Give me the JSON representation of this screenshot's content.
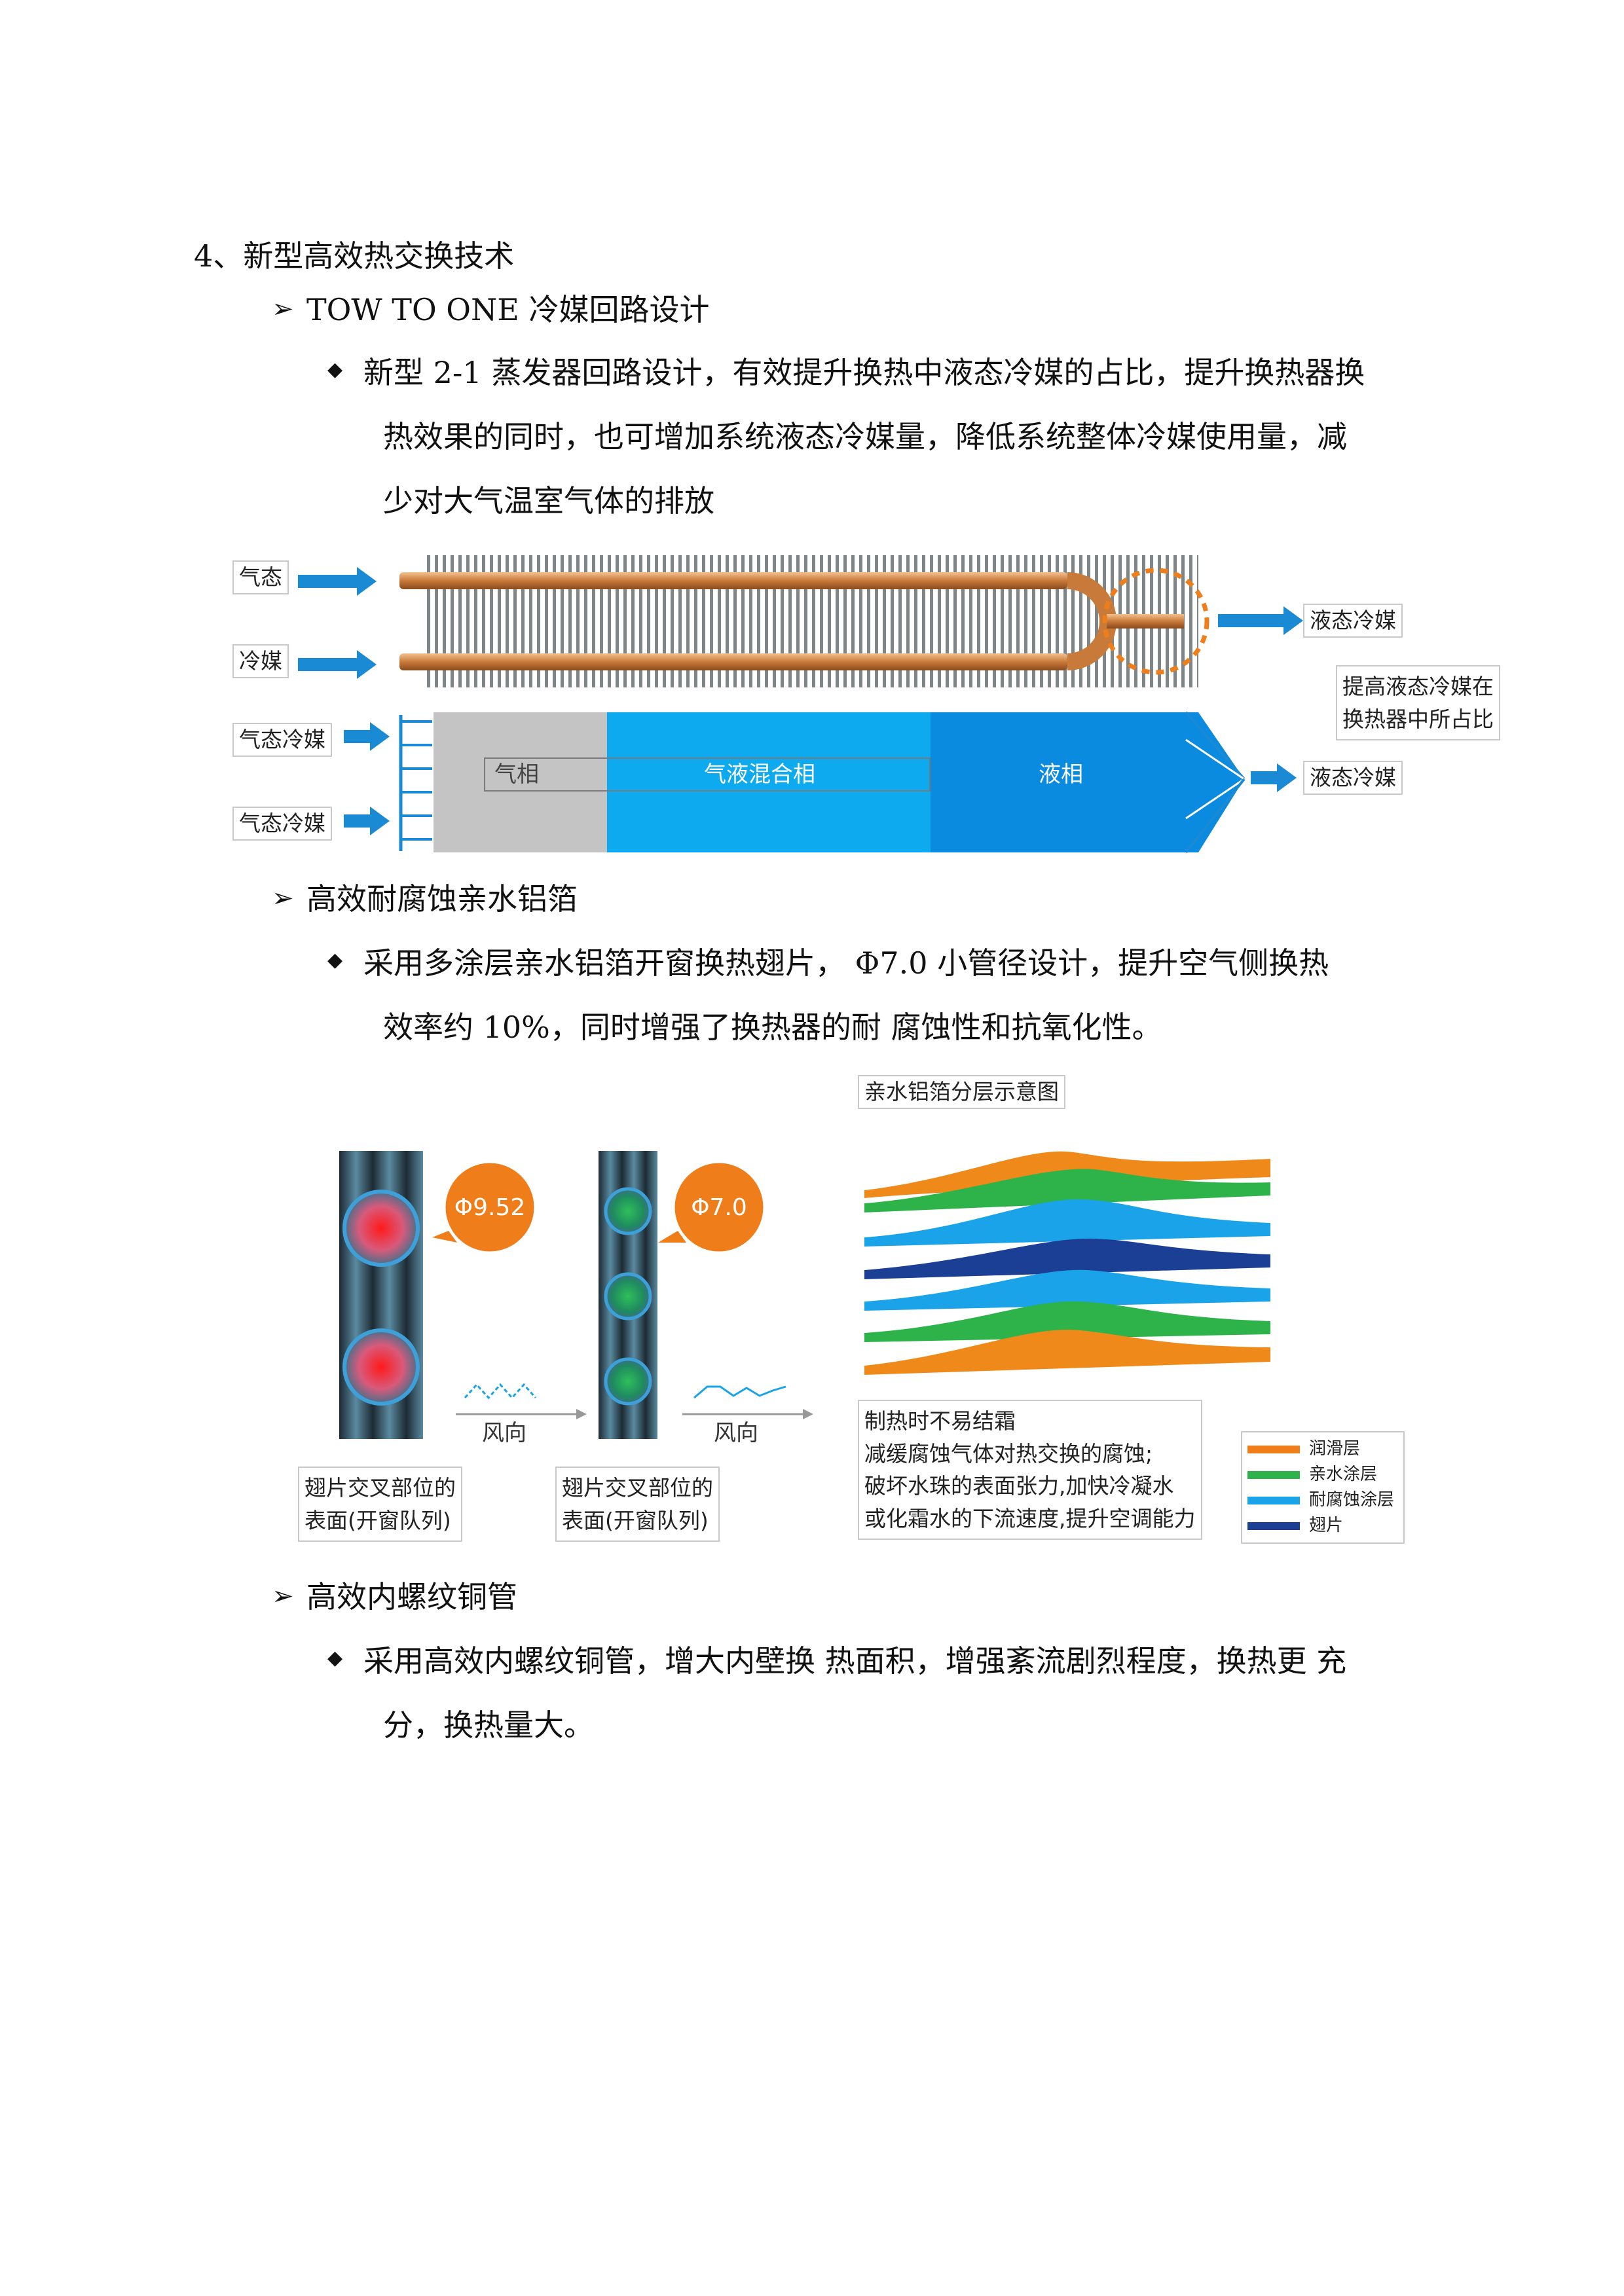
{
  "section": {
    "title": "4、新型高效热交换技术"
  },
  "subsections": [
    {
      "label": "TOW TO ONE 冷媒回路设计",
      "bullet": {
        "lines": [
          "新型 2-1 蒸发器回路设计，有效提升换热中液态冷媒的占比，提升换热器换",
          "热效果的同时，也可增加系统液态冷媒量，降低系统整体冷媒使用量，减",
          "少对大气温室气体的排放"
        ]
      }
    },
    {
      "label": "高效耐腐蚀亲水铝箔",
      "bullet": {
        "lines": [
          "采用多涂层亲水铝箔开窗换热翅片， Φ7.0 小管径设计，提升空气侧换热",
          "效率约 10%，同时增强了换热器的耐 腐蚀性和抗氧化性。"
        ]
      }
    },
    {
      "label": "高效内螺纹铜管",
      "bullet": {
        "lines": [
          "采用高效内螺纹铜管，增大内壁换 热面积，增强紊流剧烈程度，换热更 充",
          "分，换热量大。"
        ]
      }
    }
  ],
  "figure1": {
    "inlet_top": "气态",
    "inlet_bottom": "冷媒",
    "outlet_top": "液态冷媒",
    "note_lines": [
      "提高液态冷媒在",
      "换热器中所占比"
    ],
    "inlet2_top": "气态冷媒",
    "inlet2_bottom": "气态冷媒",
    "zone_gas": "气相",
    "zone_mixed": "气液混合相",
    "zone_liquid": "液相",
    "outlet_bottom": "液态冷媒"
  },
  "figure2": {
    "tube_left_diameter": "Φ9.52",
    "tube_right_diameter": "Φ7.0",
    "wind_left": "风向",
    "wind_right": "风向",
    "caption_left_lines": [
      "翅片交叉部位的",
      "表面(开窗队列)"
    ],
    "caption_right_lines": [
      "翅片交叉部位的",
      "表面(开窗队列)"
    ],
    "layers_title": "亲水铝箔分层示意图",
    "benefit_lines": [
      "制热时不易结霜",
      "减缓腐蚀气体对热交换的腐蚀;",
      "破坏水珠的表面张力,加快冷凝水",
      "或化霜水的下流速度,提升空调能力"
    ],
    "legend": [
      {
        "label": "润滑层",
        "color": "#ef7d1a"
      },
      {
        "label": "亲水涂层",
        "color": "#2db34a"
      },
      {
        "label": "耐腐蚀涂层",
        "color": "#1aa3e8"
      },
      {
        "label": "翅片",
        "color": "#1b3f94"
      }
    ]
  },
  "colors": {
    "arrow": "#1a8ad4",
    "copper": "#c87a3a",
    "gas_zone": "#c4c4c4",
    "mixed_zone": "#0eaaf0",
    "liquid_zone": "#0a8be0"
  }
}
